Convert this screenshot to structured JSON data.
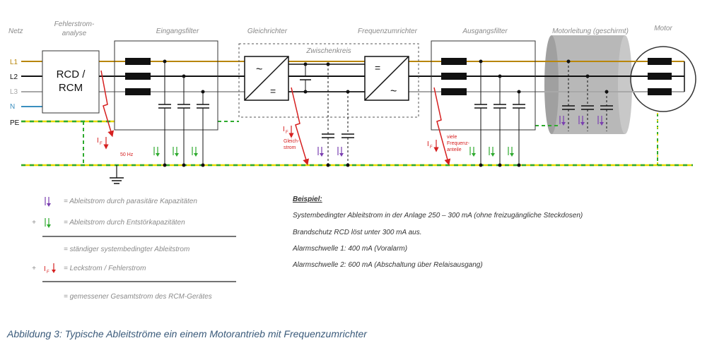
{
  "headers": {
    "netz": "Netz",
    "fehlerstrom": "Fehlerstrom-",
    "analyse": "analyse",
    "eingangsfilter": "Eingangsfilter",
    "gleichrichter": "Gleichrichter",
    "frequenzumrichter": "Frequenzumrichter",
    "ausgangsfilter": "Ausgangsfilter",
    "motorleitung": "Motorleitung (geschirmt)",
    "motor": "Motor",
    "zwischenkreis": "Zwischenkreis"
  },
  "lines": {
    "l1": "L1",
    "l2": "L2",
    "l3": "L3",
    "n": "N",
    "pe": "PE"
  },
  "rcd": {
    "line1": "RCD /",
    "line2": "RCM"
  },
  "currents": {
    "if_symbol": "I",
    "if_sub": "F",
    "hz50": "50 Hz",
    "gleich1": "Gleich-",
    "gleich2": "strom",
    "viele1": "viele",
    "viele2": "Frequenz-",
    "viele3": "anteile"
  },
  "legend": {
    "item1": "= Ableitstrom durch parasitäre Kapazitäten",
    "item2": "= Ableitstrom durch Entstörkapazitäten",
    "item3": "= ständiger systembedingter Ableitstrom",
    "item4": "= Leckstrom / Fehlerstrom",
    "item5": "= gemessener Gesamtstrom des RCM-Gerätes",
    "plus": "+"
  },
  "example": {
    "title": "Beispiel:",
    "line1": "Systembedingter Ableitstrom in der Anlage 250 – 300 mA (ohne freizugängliche Steckdosen)",
    "line2": "Brandschutz RCD löst unter 300 mA aus.",
    "line3": "Alarmschwelle 1: 400 mA (Voralarm)",
    "line4": "Alarmschwelle 2: 600 mA (Abschaltung über Relaisausgang)"
  },
  "caption": "Abbildung 3: Typische Ableitströme ein einem Motorantrieb mit Frequenzumrichter",
  "colors": {
    "l1": "#b8860b",
    "l2": "#111111",
    "l3": "#a8a8a8",
    "n": "#3a8fbf",
    "pe_green": "#2eaa2e",
    "pe_yellow": "#e8d800",
    "fault": "#d62020",
    "parasitic": "#7a3fb0",
    "suppression": "#2eaa2e",
    "shield": "#b8b8b8"
  }
}
